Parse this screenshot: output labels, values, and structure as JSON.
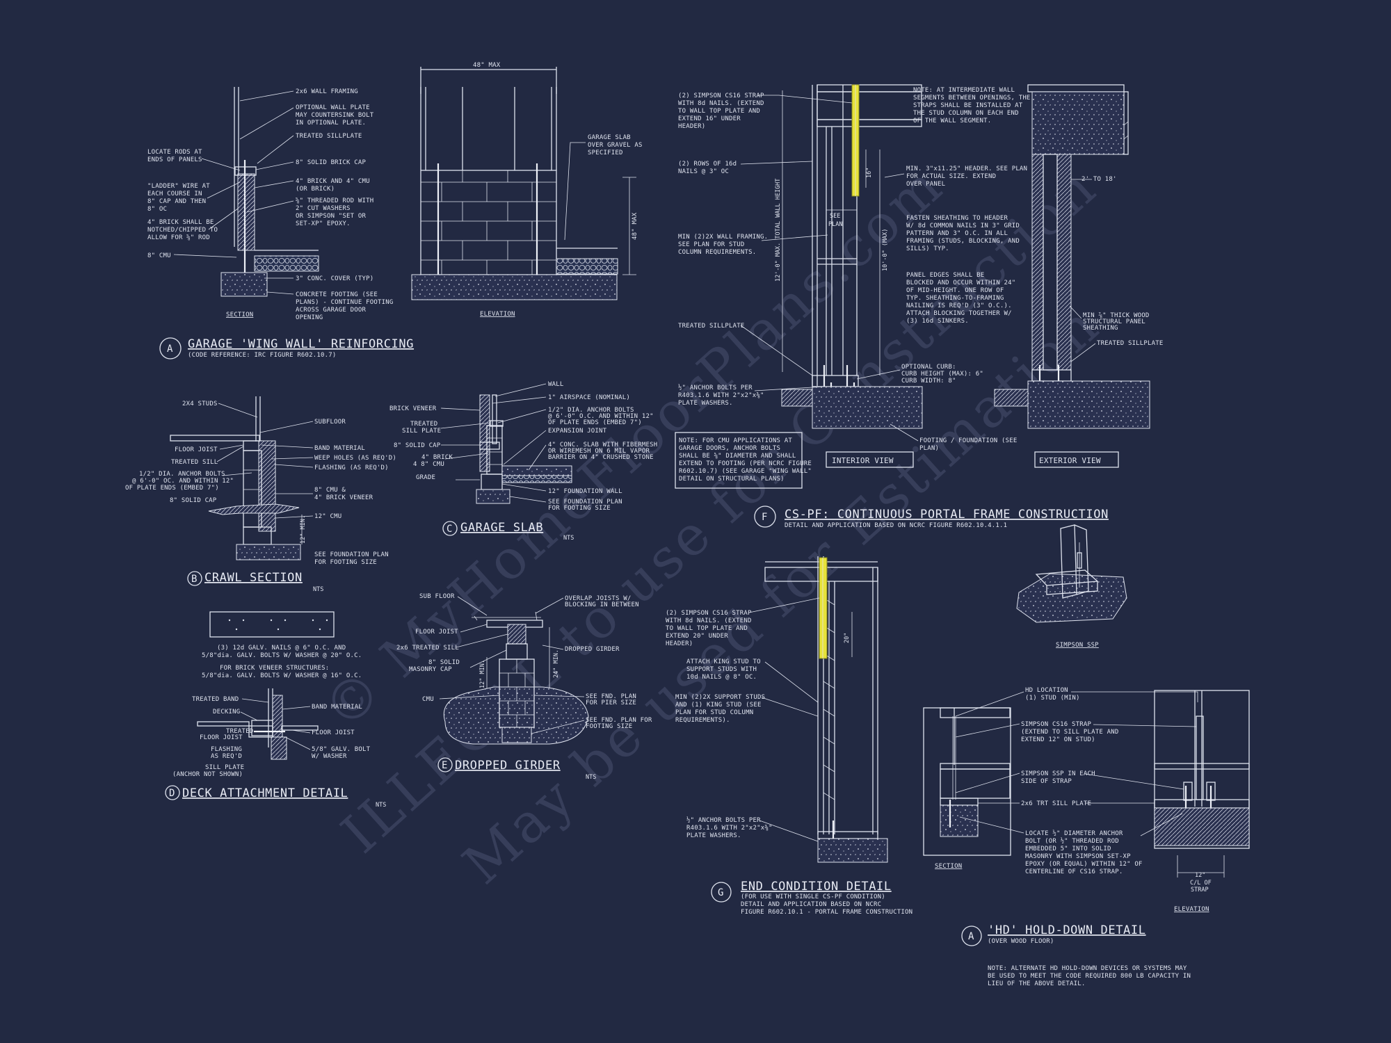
{
  "watermark": {
    "line1": "© MyHomeFloorPlans.com",
    "line2": "ILLEGAL to use for Construction",
    "line3": "May be used for Estimation"
  },
  "detailA": {
    "marker": "A",
    "title": "GARAGE 'WING WALL' REINFORCING",
    "subtitle": "(CODE REFERENCE: IRC FIGURE R602.10.7)",
    "section_label": "SECTION",
    "elevation_label": "ELEVATION",
    "dim_top": "48\" MAX",
    "dim_side": "48\" MAX",
    "notes_left": [
      "LOCATE RODS AT",
      "ENDS OF PANELS",
      "\"LADDER\" WIRE AT",
      "EACH COURSE IN",
      "8\" CAP AND THEN",
      "8\" OC",
      "4\" BRICK SHALL BE",
      "NOTCHED/CHIPPED TO",
      "ALLOW FOR ⅝\" ROD",
      "8\" CMU"
    ],
    "notes_mid": [
      "2x6 WALL FRAMING",
      "OPTIONAL WALL PLATE",
      "MAY COUNTERSINK BOLT",
      "IN OPTIONAL PLATE.",
      "TREATED SILLPLATE",
      "8\" SOLID BRICK CAP",
      "4\" BRICK AND 4\" CMU",
      "(OR BRICK)",
      "⅝\" THREADED ROD WITH",
      "2\" CUT WASHERS",
      "OR SIMPSON \"SET OR",
      "SET-XP\" EPOXY.",
      "3\" CONC. COVER (TYP)",
      "CONCRETE FOOTING (SEE",
      "PLANS) - CONTINUE FOOTING",
      "ACROSS GARAGE DOOR",
      "OPENING"
    ],
    "notes_right": [
      "GARAGE SLAB",
      "OVER GRAVEL AS",
      "SPECIFIED"
    ]
  },
  "detailB": {
    "marker": "B",
    "title": "CRAWL SECTION",
    "nts": "NTS",
    "notes_left": [
      "2X4 STUDS",
      "FLOOR JOIST",
      "TREATED SILL",
      "1/2\" DIA. ANCHOR BOLTS",
      "@ 6'-0\" OC. AND WITHIN 12\"",
      "OF PLATE ENDS (EMBED 7\")",
      "8\" SOLID CAP"
    ],
    "notes_right": [
      "SUBFLOOR",
      "BAND MATERIAL",
      "WEEP HOLES (AS REQ'D)",
      "FLASHING (AS REQ'D)",
      "8\" CMU &",
      "4\" BRICK VENEER",
      "12\" CMU",
      "SEE FOUNDATION PLAN",
      "FOR FOOTING SIZE"
    ],
    "dim": "12\" MIN."
  },
  "detailC": {
    "marker": "C",
    "title": "GARAGE SLAB",
    "nts": "NTS",
    "notes_left": [
      "BRICK VENEER",
      "TREATED",
      "SILL PLATE",
      "8\" SOLID CAP",
      "4\" BRICK",
      "4 8\" CMU",
      "GRADE"
    ],
    "notes_right": [
      "WALL",
      "1\" AIRSPACE (NOMINAL)",
      "1/2\" DIA. ANCHOR BOLTS",
      "@ 6'-0\" O.C. AND WITHIN 12\"",
      "OF PLATE ENDS (EMBED 7\")",
      "EXPANSION JOINT",
      "4\" CONC. SLAB WITH FIBERMESH",
      "OR WIREMESH ON 6 MIL VAPOR",
      "BARRIER ON 4\" CRUSHED STONE",
      "12\" FOUNDATION WALL",
      "SEE FOUNDATION PLAN",
      "FOR FOOTING SIZE"
    ]
  },
  "detailD": {
    "marker": "D",
    "title": "DECK ATTACHMENT DETAIL",
    "nts": "NTS",
    "nail_notes": [
      "(3) 12d GALV. NAILS @ 6\" O.C. AND",
      "5/8\"dia. GALV. BOLTS W/ WASHER @ 20\" O.C.",
      "FOR BRICK VENEER STRUCTURES:",
      "5/8\"dia. GALV. BOLTS W/ WASHER @ 16\" O.C."
    ],
    "notes_left": [
      "TREATED BAND",
      "DECKING",
      "TREATED",
      "FLOOR JOIST",
      "FLASHING",
      "AS REQ'D",
      "SILL PLATE",
      "(ANCHOR NOT SHOWN)"
    ],
    "notes_right": [
      "BAND MATERIAL",
      "FLOOR JOIST",
      "5/8\" GALV. BOLT",
      "W/ WASHER"
    ]
  },
  "detailE": {
    "marker": "E",
    "title": "DROPPED GIRDER",
    "nts": "NTS",
    "notes_left": [
      "SUB FLOOR",
      "FLOOR JOIST",
      "2x6 TREATED SILL",
      "8\" SOLID",
      "MASONRY CAP",
      "CMU"
    ],
    "notes_right": [
      "OVERLAP JOISTS W/",
      "BLOCKING IN BETWEEN",
      "DROPPED GIRDER",
      "SEE FND. PLAN",
      "FOR PIER SIZE",
      "SEE FND. PLAN FOR",
      "FOOTING SIZE"
    ],
    "dim1": "12\" MIN.",
    "dim2": "24\" MIN."
  },
  "detailF": {
    "marker": "F",
    "title": "CS-PF: CONTINUOUS PORTAL FRAME CONSTRUCTION",
    "subtitle": "DETAIL AND APPLICATION BASED ON NCRC FIGURE R602.10.4.1.1",
    "interior_label": "INTERIOR VIEW",
    "exterior_label": "EXTERIOR VIEW",
    "notes_left": [
      "(2) SIMPSON CS16 STRAP",
      "WITH 8d NAILS. (EXTEND",
      "TO WALL TOP PLATE AND",
      "EXTEND 16\" UNDER",
      "HEADER)",
      "(2) ROWS OF 16d",
      "NAILS @ 3\" OC",
      "MIN (2)2X WALL FRAMING.",
      "SEE PLAN FOR STUD",
      "COLUMN REQUIREMENTS.",
      "TREATED SILLPLATE",
      "½\" ANCHOR BOLTS PER",
      "R403.1.6 WITH 2\"x2\"x⅜\"",
      "PLATE WASHERS."
    ],
    "cmu_note": [
      "NOTE: FOR CMU APPLICATIONS AT",
      "GARAGE DOORS, ANCHOR BOLTS",
      "SHALL BE ⅝\" DIAMETER AND SHALL",
      "EXTEND TO FOOTING (PER NCRC FIGURE",
      "R602.10.7) (SEE GARAGE \"WING WALL\"",
      "DETAIL ON STRUCTURAL PLANS)"
    ],
    "notes_mid": [
      "NOTE: AT INTERMEDIATE WALL",
      "SEGMENTS BETWEEN OPENINGS, THE",
      "STRAPS SHALL BE INSTALLED AT",
      "THE STUD COLUMN ON EACH END",
      "OF THE WALL SEGMENT.",
      "MIN. 3\"x11.25\" HEADER. SEE PLAN",
      "FOR ACTUAL SIZE. EXTEND",
      "OVER PANEL",
      "FASTEN SHEATHING TO HEADER",
      "W/ 8d COMMON NAILS IN 3\" GRID",
      "PATTERN AND 3\" O.C. IN ALL",
      "FRAMING (STUDS, BLOCKING, AND",
      "SILLS) TYP.",
      "PANEL EDGES SHALL BE",
      "BLOCKED AND OCCUR WITHIN 24\"",
      "OF MID-HEIGHT. ONE ROW OF",
      "TYP. SHEATHING-TO-FRAMING",
      "NAILING IS REQ'D (3\" O.C.).",
      "ATTACH BLOCKING TOGETHER W/",
      "(3) 16d SINKERS.",
      "OPTIONAL CURB:",
      "CURB HEIGHT (MAX): 6\"",
      "CURB WIDTH: 8\"",
      "FOOTING / FOUNDATION (SEE",
      "PLAN)"
    ],
    "notes_right": [
      "2' TO 18'",
      "MIN ⅞\" THICK WOOD",
      "STRUCTURAL PANEL",
      "SHEATHING",
      "TREATED SILLPLATE"
    ],
    "dims": [
      "16\"",
      "SEE",
      "PLAN",
      "12'-0\" MAX. TOTAL WALL HEIGHT",
      "10'-0\" (MAX)"
    ]
  },
  "detailG": {
    "marker": "G",
    "title": "END CONDITION DETAIL",
    "subtitle": [
      "(FOR USE WITH SINGLE CS-PF CONDITION)",
      "DETAIL AND APPLICATION BASED ON NCRC",
      "FIGURE R602.10.1 - PORTAL FRAME CONSTRUCTION"
    ],
    "notes": [
      "(2) SIMPSON CS16 STRAP",
      "WITH 8d NAILS. (EXTEND",
      "TO WALL TOP PLATE AND",
      "EXTEND 20\" UNDER",
      "HEADER)",
      "ATTACH KING STUD TO",
      "SUPPORT STUDS WITH",
      "10d NAILS @ 8\" OC.",
      "MIN (2)2X SUPPORT STUDS",
      "AND (1) KING STUD (SEE",
      "PLAN FOR STUD COLUMN",
      "REQUIREMENTS).",
      "½\" ANCHOR BOLTS PER",
      "R403.1.6 WITH 2\"x2\"x⅜\"",
      "PLATE WASHERS."
    ],
    "dim": "20\""
  },
  "simpson": {
    "label": "SIMPSON SSP"
  },
  "detailHD": {
    "marker": "A",
    "title": "'HD' HOLD-DOWN DETAIL",
    "subtitle": "(OVER WOOD FLOOR)",
    "section_label": "SECTION",
    "elevation_label": "ELEVATION",
    "notes": [
      "HD LOCATION",
      "(1) STUD (MIN)",
      "SIMPSON CS16 STRAP",
      "(EXTEND TO SILL PLATE AND",
      "EXTEND 12\" ON STUD)",
      "SIMPSON SSP IN EACH",
      "SIDE OF STRAP",
      "2x6 TRT SILL PLATE",
      "LOCATE ½\" DIAMETER ANCHOR",
      "BOLT (OR ½\" THREADED ROD",
      "EMBEDDED 5\" INTO SOLID",
      "MASONRY WITH SIMPSON SET-XP",
      "EPOXY (OR EQUAL) WITHIN 12\" OF",
      "CENTERLINE OF CS16 STRAP."
    ],
    "dim": [
      "12\"",
      "C/L OF",
      "STRAP"
    ],
    "bottom_note": [
      "NOTE: ALTERNATE HD HOLD-DOWN DEVICES OR SYSTEMS MAY",
      "BE USED TO MEET THE CODE REQUIRED 800 LB CAPACITY IN",
      "LIEU OF THE ABOVE DETAIL."
    ]
  }
}
